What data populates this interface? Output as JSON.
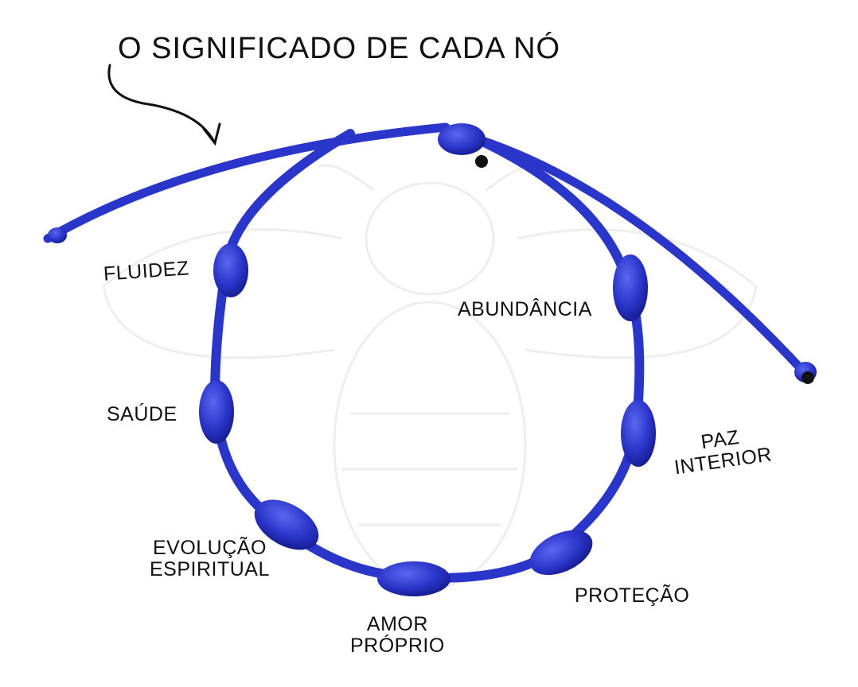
{
  "title": "O SIGNIFICADO DE CADA NÓ",
  "colors": {
    "cord": "#2a35c9",
    "cord_dark": "#1a1f9a",
    "cord_light": "#5a67f0",
    "text": "#111111",
    "arrow": "#111111",
    "watermark": "#eeeeee"
  },
  "icons": {
    "arrow": "curved-arrow-icon",
    "watermark": "bee-watermark-icon"
  },
  "knots": {
    "fluidez": {
      "line1": "FLUIDEZ"
    },
    "saude": {
      "line1": "SAÚDE"
    },
    "evolucao": {
      "line1": "EVOLUÇÃO",
      "line2": "ESPIRITUAL"
    },
    "amor": {
      "line1": "AMOR",
      "line2": "PRÓPRIO"
    },
    "protecao": {
      "line1": "PROTEÇÃO"
    },
    "paz": {
      "line1": "PAZ",
      "line2": "INTERIOR"
    },
    "abundancia": {
      "line1": "ABUNDÂNCIA"
    }
  }
}
